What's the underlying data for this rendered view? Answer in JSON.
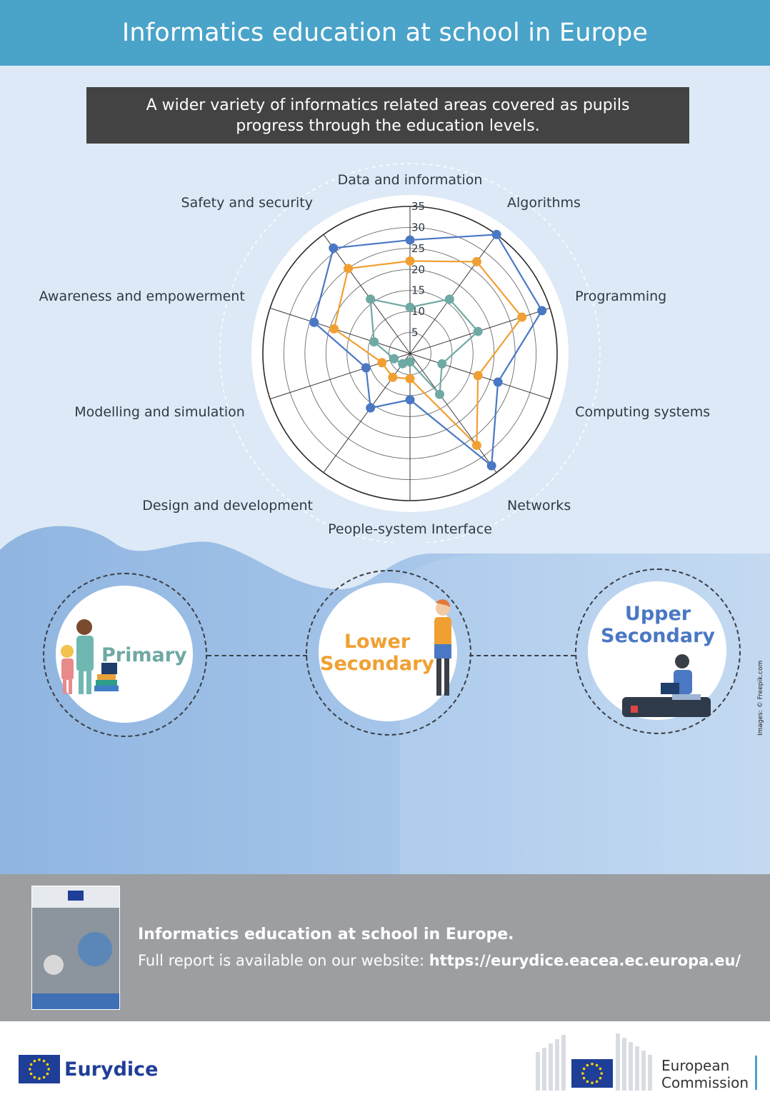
{
  "header": {
    "title": "Informatics education at school in Europe"
  },
  "subtitle": "A wider variety of informatics related areas covered as pupils progress through the education levels.",
  "colors": {
    "header": "#4aa3c9",
    "primary": "#6fa9a4",
    "lower_secondary": "#f0a032",
    "upper_secondary": "#4a78c4"
  },
  "chart_data": {
    "type": "radar",
    "axes": [
      "Data and information",
      "Algorithms",
      "Programming",
      "Computing systems",
      "Networks",
      "People-system Interface",
      "Design and development",
      "Modelling and simulation",
      "Awareness and empowerment",
      "Safety and security"
    ],
    "ticks": [
      5,
      10,
      15,
      20,
      25,
      30,
      35
    ],
    "range": [
      0,
      35
    ],
    "grid": true,
    "series": [
      {
        "key": "upper_secondary",
        "values": [
          27,
          35,
          33,
          22,
          33,
          11,
          16,
          11,
          24,
          31
        ]
      },
      {
        "key": "lower_secondary",
        "values": [
          22,
          27,
          28,
          17,
          27,
          6,
          7,
          7,
          19,
          25
        ]
      },
      {
        "key": "primary",
        "values": [
          11,
          16,
          17,
          8,
          12,
          2,
          3,
          4,
          9,
          16
        ]
      }
    ]
  },
  "levels": {
    "primary": "Primary",
    "lower_secondary": "Lower Secondary",
    "upper_secondary": "Upper Secondary"
  },
  "credit": "Images: © Freepik.com",
  "footer": {
    "title": "Informatics education at school in Europe.",
    "link_prefix": "Full report is available on our website:",
    "link_url": "https://eurydice.eacea.ec.europa.eu/"
  },
  "logos": {
    "eurydice": "Eurydice",
    "ec_line1": "European",
    "ec_line2": "Commission"
  }
}
